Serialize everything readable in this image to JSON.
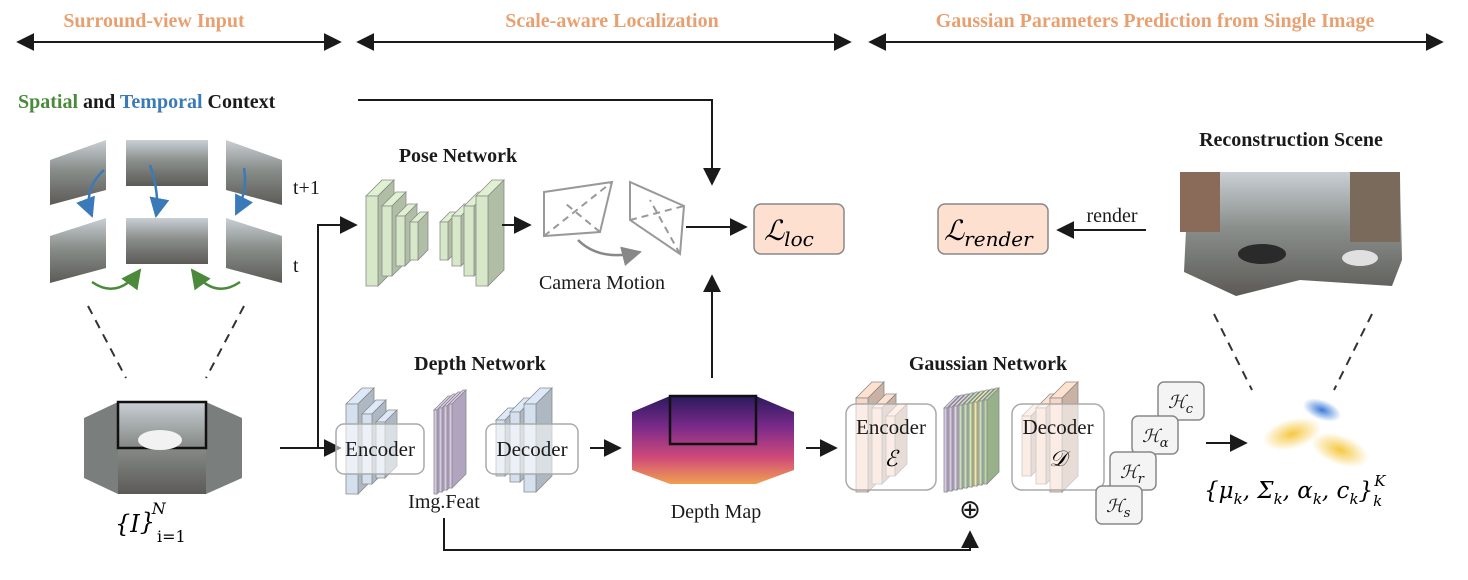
{
  "headers": {
    "surround": "Surround-view Input",
    "scale": "Scale-aware Localization",
    "gaussian": "Gaussian Parameters Prediction from Single Image"
  },
  "context": {
    "spatial": "Spatial",
    "and": " and ",
    "temporal": "Temporal",
    "context": " Context"
  },
  "time": {
    "next": "t+1",
    "current": "t"
  },
  "input_set": {
    "base": "{I",
    "close": "}",
    "sub": "i=1",
    "sup": "N"
  },
  "pose": {
    "title": "Pose Network",
    "camera_motion": "Camera Motion"
  },
  "loss": {
    "loc_script": "ℒ",
    "loc_sub": "loc",
    "render_script": "ℒ",
    "render_sub": "render"
  },
  "render_label": "render",
  "depth": {
    "title": "Depth Network",
    "encoder": "Encoder",
    "decoder": "Decoder",
    "img_feat": "Img.Feat",
    "depth_map": "Depth Map"
  },
  "gaussian_net": {
    "title": "Gaussian Network",
    "encoder": "Encoder",
    "encoder_sym": "ℰ",
    "decoder": "Decoder",
    "decoder_sym": "𝒟",
    "plus": "⊕"
  },
  "heads": [
    {
      "sym": "ℋ",
      "sub": "c"
    },
    {
      "sym": "ℋ",
      "sub": "α"
    },
    {
      "sym": "ℋ",
      "sub": "r"
    },
    {
      "sym": "ℋ",
      "sub": "s"
    }
  ],
  "recon": {
    "title": "Reconstruction Scene"
  },
  "output_set": {
    "text": "{μ",
    "k1": "k",
    "sep1": ", Σ",
    "k2": "k",
    "sep2": ", α",
    "k3": "k",
    "sep3": ", c",
    "k4": "k",
    "close": "}",
    "sub": "k",
    "sup": "K"
  },
  "colors": {
    "header": "#e8a070",
    "spatial": "#4a8a3a",
    "temporal": "#3a7ab8",
    "loss_fill": "#fde0d0",
    "pose_green": "#d6e8c8",
    "depth_blue": "#d4e0ee",
    "gauss_peach": "#f5d8c8",
    "feat_purple": "#d8c8e8"
  }
}
